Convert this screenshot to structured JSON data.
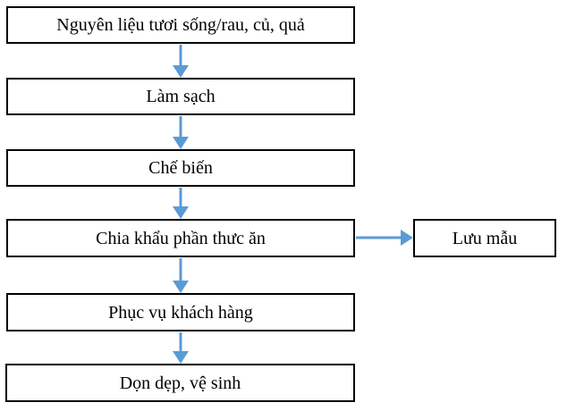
{
  "diagram": {
    "type": "flowchart",
    "title": "",
    "background_color": "#FFFFFF",
    "node_border_color": "#000000",
    "node_fill_color": "#FFFFFF",
    "text_color": "#000000",
    "arrow_color": "#5B9BD5",
    "nodes": {
      "materials": {
        "label": "Nguyên liệu tươi sống/rau, củ, quả"
      },
      "cleaning": {
        "label": "Làm sạch"
      },
      "processing": {
        "label": "Chế biến"
      },
      "portioning": {
        "label": "Chia khẩu phần thưc ăn"
      },
      "sample": {
        "label": "Lưu mẫu"
      },
      "serving": {
        "label": "Phục vụ khách hàng"
      },
      "cleanup": {
        "label": "Dọn dẹp, vệ sinh"
      }
    },
    "edges": [
      {
        "from": "materials",
        "to": "cleaning",
        "direction": "down"
      },
      {
        "from": "cleaning",
        "to": "processing",
        "direction": "down"
      },
      {
        "from": "processing",
        "to": "portioning",
        "direction": "down"
      },
      {
        "from": "portioning",
        "to": "sample",
        "direction": "right"
      },
      {
        "from": "portioning",
        "to": "serving",
        "direction": "down"
      },
      {
        "from": "serving",
        "to": "cleanup",
        "direction": "down"
      }
    ]
  }
}
